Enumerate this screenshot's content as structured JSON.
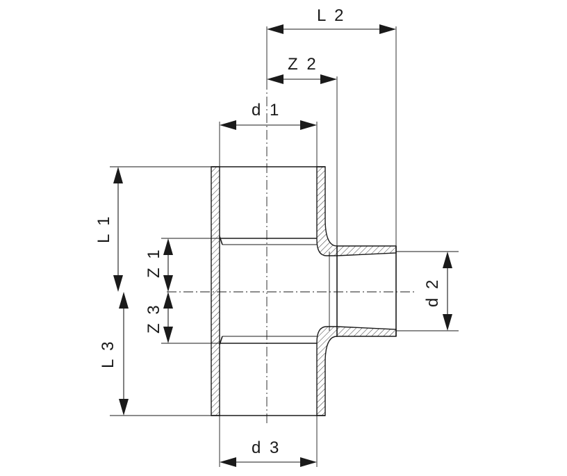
{
  "labels": {
    "L1": "L 1",
    "L2": "L 2",
    "L3": "L 3",
    "Z1": "Z 1",
    "Z2": "Z 2",
    "Z3": "Z 3",
    "d1": "d 1",
    "d2": "d 2",
    "d3": "d 3"
  }
}
